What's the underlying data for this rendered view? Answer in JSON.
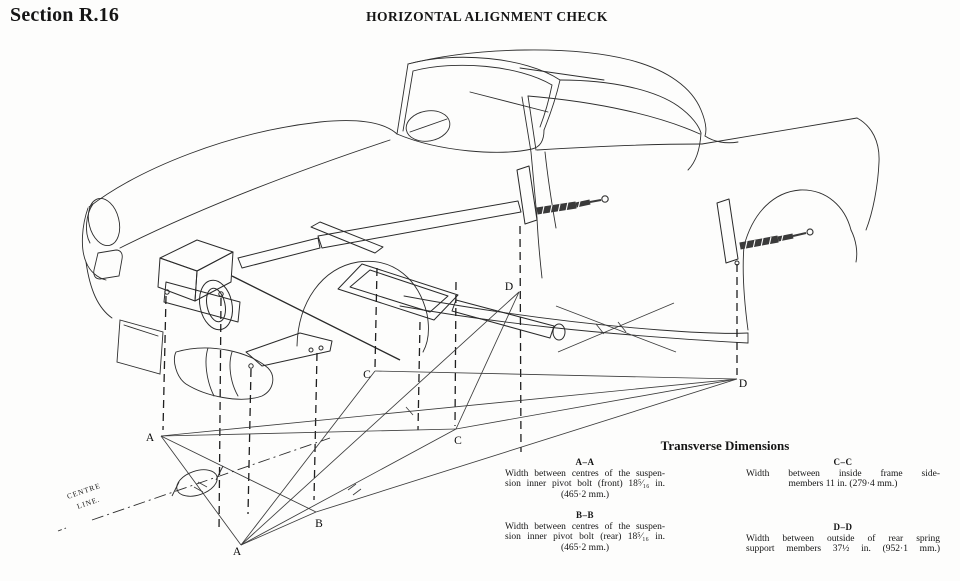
{
  "header": {
    "section": "Section R.16",
    "title": "HORIZONTAL ALIGNMENT CHECK"
  },
  "diagram": {
    "description": "Isometric line drawing of bodyshell with alignment checking jig, plumb lines and floor check-line network",
    "centre_line": {
      "line1": "CENTRE",
      "line2": "LINE."
    },
    "points": [
      {
        "id": "a-front-left",
        "label": "A"
      },
      {
        "id": "a-bottom",
        "label": "A"
      },
      {
        "id": "b",
        "label": "B"
      },
      {
        "id": "c-left",
        "label": "C"
      },
      {
        "id": "c-mid",
        "label": "C"
      },
      {
        "id": "d-upper",
        "label": "D"
      },
      {
        "id": "d-right",
        "label": "D"
      }
    ]
  },
  "dimensions": {
    "heading": "Transverse Dimensions",
    "items": [
      {
        "key": "A–A",
        "lines": [
          "Width between centres of the suspen-",
          "sion inner pivot bolt (front) 18⁵⁄₁₆ in.",
          "(465·2 mm.)"
        ]
      },
      {
        "key": "B–B",
        "lines": [
          "Width between centres of the suspen-",
          "sion inner pivot bolt (rear) 18⁵⁄₁₆ in.",
          "(465·2 mm.)"
        ]
      },
      {
        "key": "C–C",
        "lines": [
          "Width between inside frame side-",
          "members 11 in. (279·4 mm.)"
        ]
      },
      {
        "key": "D–D",
        "lines": [
          "Width between outside of rear spring",
          "support members 37½ in. (952·1 mm.)"
        ]
      }
    ]
  }
}
